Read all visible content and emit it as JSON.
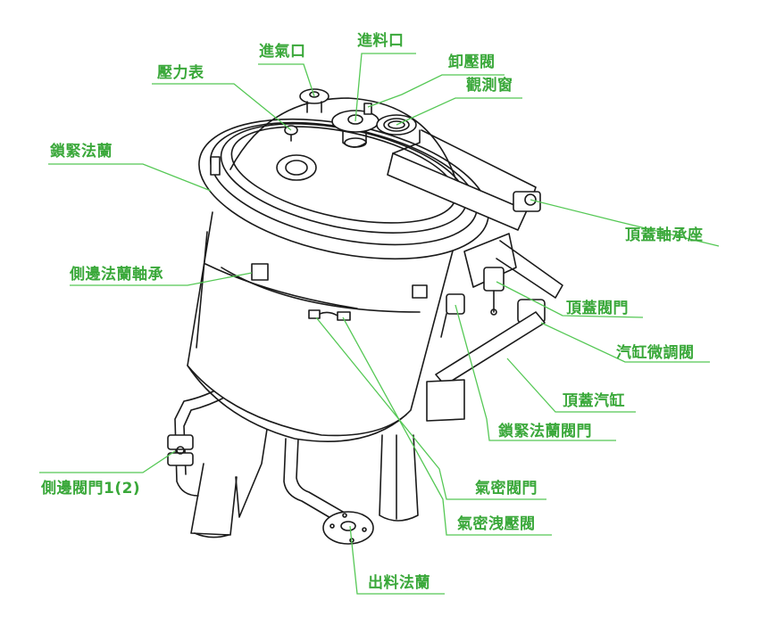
{
  "colors": {
    "label": "#3aa83a",
    "leader": "#55c855",
    "drawing": "#1a1a1a"
  },
  "labels": {
    "inlet_gas": "進氣口",
    "inlet_feed": "進料口",
    "pressure_gauge": "壓力表",
    "relief_valve": "卸壓閥",
    "sight_window": "觀測窗",
    "locking_flange": "鎖緊法蘭",
    "lid_bearing_seat": "頂蓋軸承座",
    "side_flange_bearing": "側邊法蘭軸承",
    "lid_valve": "頂蓋閥門",
    "cylinder_fine_valve": "汽缸微調閥",
    "lid_cylinder": "頂蓋汽缸",
    "locking_flange_valve": "鎖緊法蘭閥門",
    "side_valve": "側邊閥門1(2)",
    "airtight_valve": "氣密閥門",
    "airtight_relief_valve": "氣密洩壓閥",
    "outlet_flange": "出料法蘭"
  }
}
